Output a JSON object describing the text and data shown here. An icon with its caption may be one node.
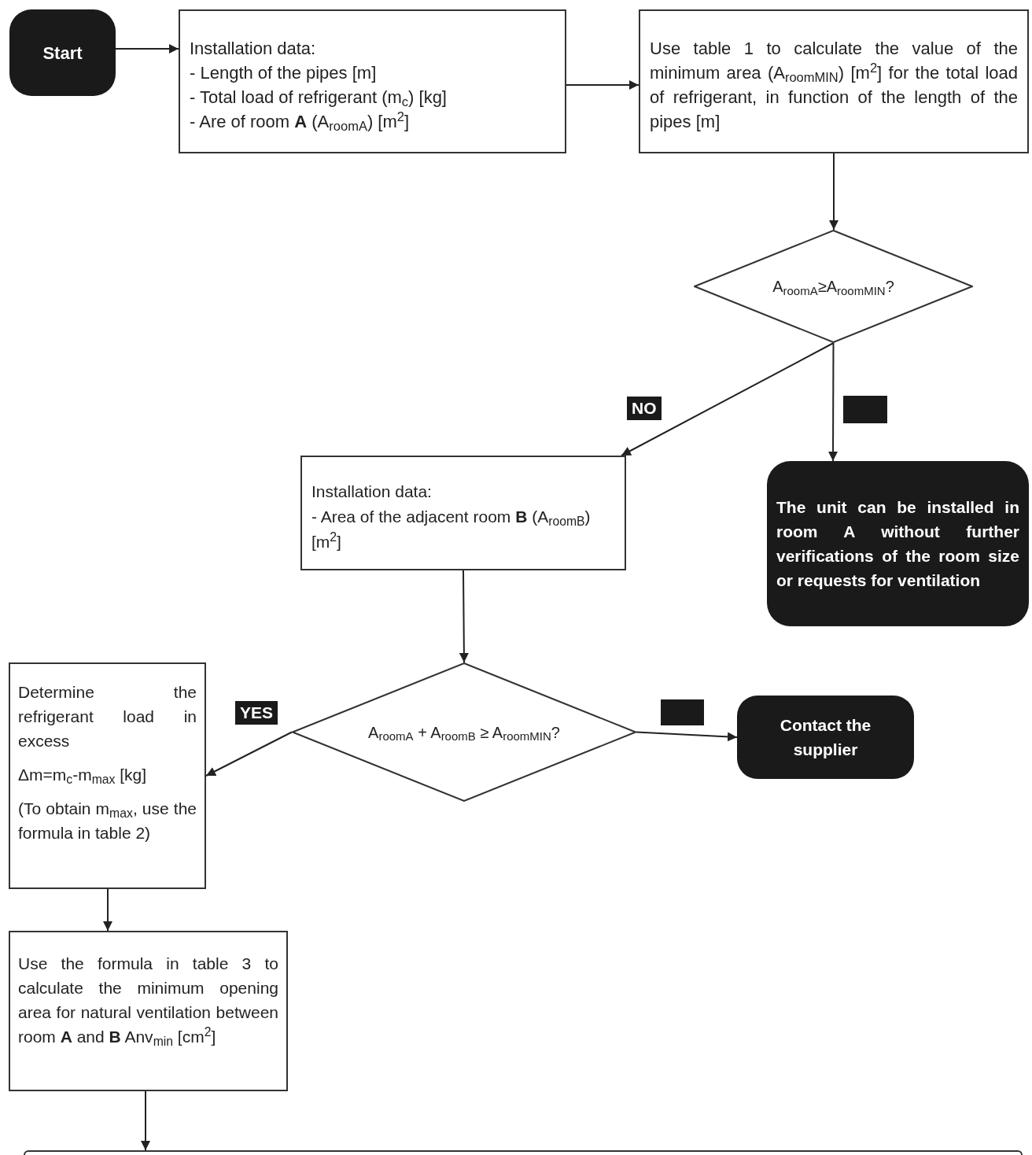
{
  "diagram": {
    "nodes": [
      {
        "text": [
          "Start"
        ]
      },
      {
        "text": [
          "Installation data:",
          "- Length of the pipes [m]",
          "- Total load of refrigerant (m$_{c}$) [kg]",
          "- Are of room **A** (A$_{roomA}$) [m$^{2}$]"
        ]
      },
      {
        "text": [
          "Use table 1 to calculate the value of the minimum area (A$_{roomMIN}$) [m$^{2}$] for the total load of refrigerant, in function of the length of the pipes [m]"
        ]
      },
      {
        "text": [
          "A$_{roomA}$≥A$_{roomMIN}$?"
        ]
      },
      {
        "text": [
          "Installation data:",
          "- Area of the adjacent room **B** (A$_{roomB}$) [m$^{2}$]"
        ]
      },
      {
        "text": [
          "The unit can be installed in room A without further verifications of the room size or requests for ventilation"
        ]
      },
      {
        "text": [
          "Determine the refrigerant load in excess",
          "Δm=m$_{c}$-m$_{max}$ [kg]",
          "(To obtain m$_{max}$, use the formula in table 2)"
        ]
      },
      {
        "text": [
          "A$_{roomA}$ + A$_{roomB}$ ≥ A$_{roomMIN}$?"
        ]
      },
      {
        "text": [
          "Contact the supplier"
        ]
      },
      {
        "text": [
          "Use the formula in table 3 to calculate the minimum opening area for natural ventilation between room **A** and **B** Anv$_{min}$ [cm$^{2}$]"
        ]
      },
      {
        "text": [],
        "shape": "box"
      }
    ],
    "edges": [
      {
        "from": 0,
        "to": 1,
        "arrow": "to"
      },
      {
        "from": 1,
        "to": 2,
        "arrow": "to"
      },
      {
        "from": 2,
        "to": 3,
        "arrow": "to"
      },
      {
        "from": 3,
        "to": 4,
        "arrow": "to",
        "label": "NO"
      },
      {
        "from": 3,
        "to": 5,
        "arrow": "to"
      },
      {
        "from": 4,
        "to": 7,
        "arrow": "to"
      },
      {
        "from": 7,
        "to": 6,
        "arrow": "to",
        "label": "YES"
      },
      {
        "from": 7,
        "to": 8,
        "arrow": "to"
      },
      {
        "from": 6,
        "to": 9,
        "arrow": "to"
      },
      {
        "from": 9,
        "to": 10,
        "arrow": "to"
      }
    ]
  }
}
